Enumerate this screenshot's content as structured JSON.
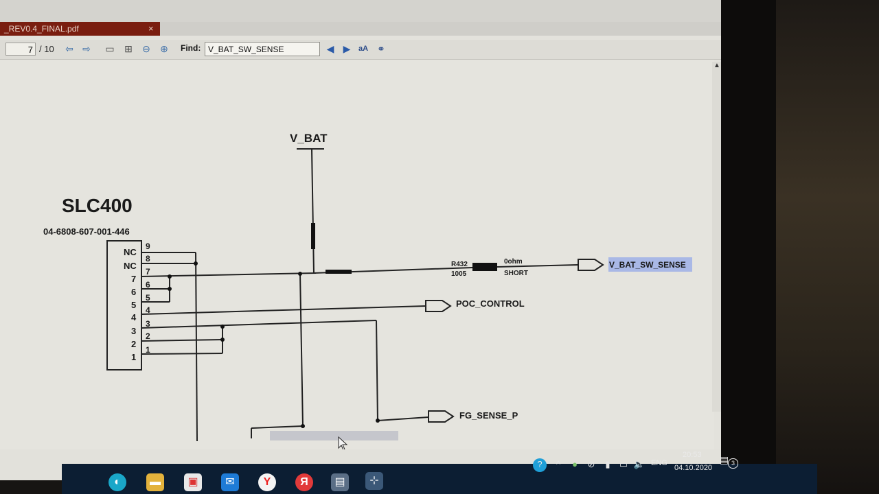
{
  "viewer": {
    "tab_title": "_REV0.4_FINAL.pdf",
    "tab_close": "×",
    "page_current": "7",
    "page_total": "/ 10",
    "find_label": "Find:",
    "find_value": "V_BAT_SW_SENSE",
    "toolbar_icons": [
      "prev-page-icon",
      "next-page-icon",
      "save-icon",
      "fit-page-icon",
      "zoom-out-icon",
      "zoom-in-icon"
    ],
    "find_icons": [
      "find-previous-icon",
      "find-next-icon",
      "match-case-icon",
      "find-binoculars-icon"
    ]
  },
  "schematic": {
    "connector_name": "SLC400",
    "connector_part": "04-6808-607-001-446",
    "left_pins": [
      "NC",
      "NC",
      "7",
      "6",
      "5",
      "4",
      "3",
      "2",
      "1"
    ],
    "right_pins": [
      "9",
      "8",
      "7",
      "6",
      "5",
      "4",
      "3",
      "2",
      "1"
    ],
    "power_net": "V_BAT",
    "resistor_ref": "R432",
    "resistor_size": "1005",
    "resistor_value": "0ohm",
    "resistor_note": "SHORT",
    "ports": [
      "V_BAT_SW_SENSE",
      "POC_CONTROL",
      "FG_SENSE_P"
    ],
    "highlight_color": "#a9b8e6"
  },
  "taskbar": {
    "apps": [
      "windows-search-icon",
      "file-explorer-icon",
      "store-icon",
      "mail-icon",
      "yandex-browser-icon",
      "yandex-icon",
      "app-icon",
      "active-app-icon"
    ],
    "language": "ENG",
    "time": "20:53",
    "date": "04.10.2020",
    "notification_count": "3"
  }
}
